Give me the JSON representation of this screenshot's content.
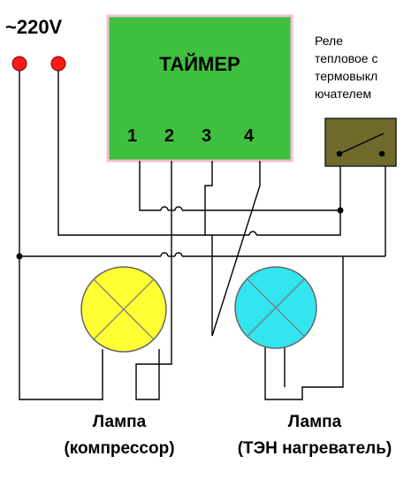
{
  "source": {
    "voltage_label": "~220V"
  },
  "timer": {
    "title": "ТАЙМЕР",
    "pins": [
      "1",
      "2",
      "3",
      "4"
    ]
  },
  "relay": {
    "label_lines": [
      "Реле",
      "тепловое с",
      "термовыкл",
      "ючателем"
    ]
  },
  "lamps": [
    {
      "line1": "Лампа",
      "line2": "(компрессор)"
    },
    {
      "line1": "Лампа",
      "line2": "(ТЭН нагреватель)"
    }
  ],
  "colors": {
    "timer_fill": "#3fbf3f",
    "timer_border": "#f0c0d0",
    "relay_fill": "#6f6a2b",
    "lamp1_fill": "#ffff33",
    "lamp2_fill": "#33e5ee",
    "terminal": "#ff1a1a",
    "wire": "#000000"
  }
}
